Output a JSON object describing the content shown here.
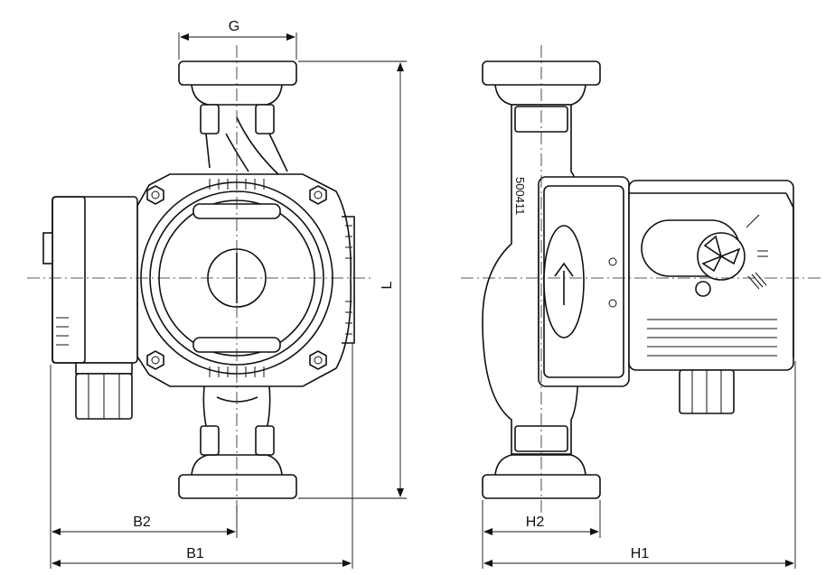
{
  "labels": {
    "G": "G",
    "L": "L",
    "B2": "B2",
    "B1": "B1",
    "H2": "H2",
    "H1": "H1"
  },
  "side_view": {
    "part_number": "500411"
  },
  "colors": {
    "line": "#111111",
    "background": "#ffffff"
  }
}
